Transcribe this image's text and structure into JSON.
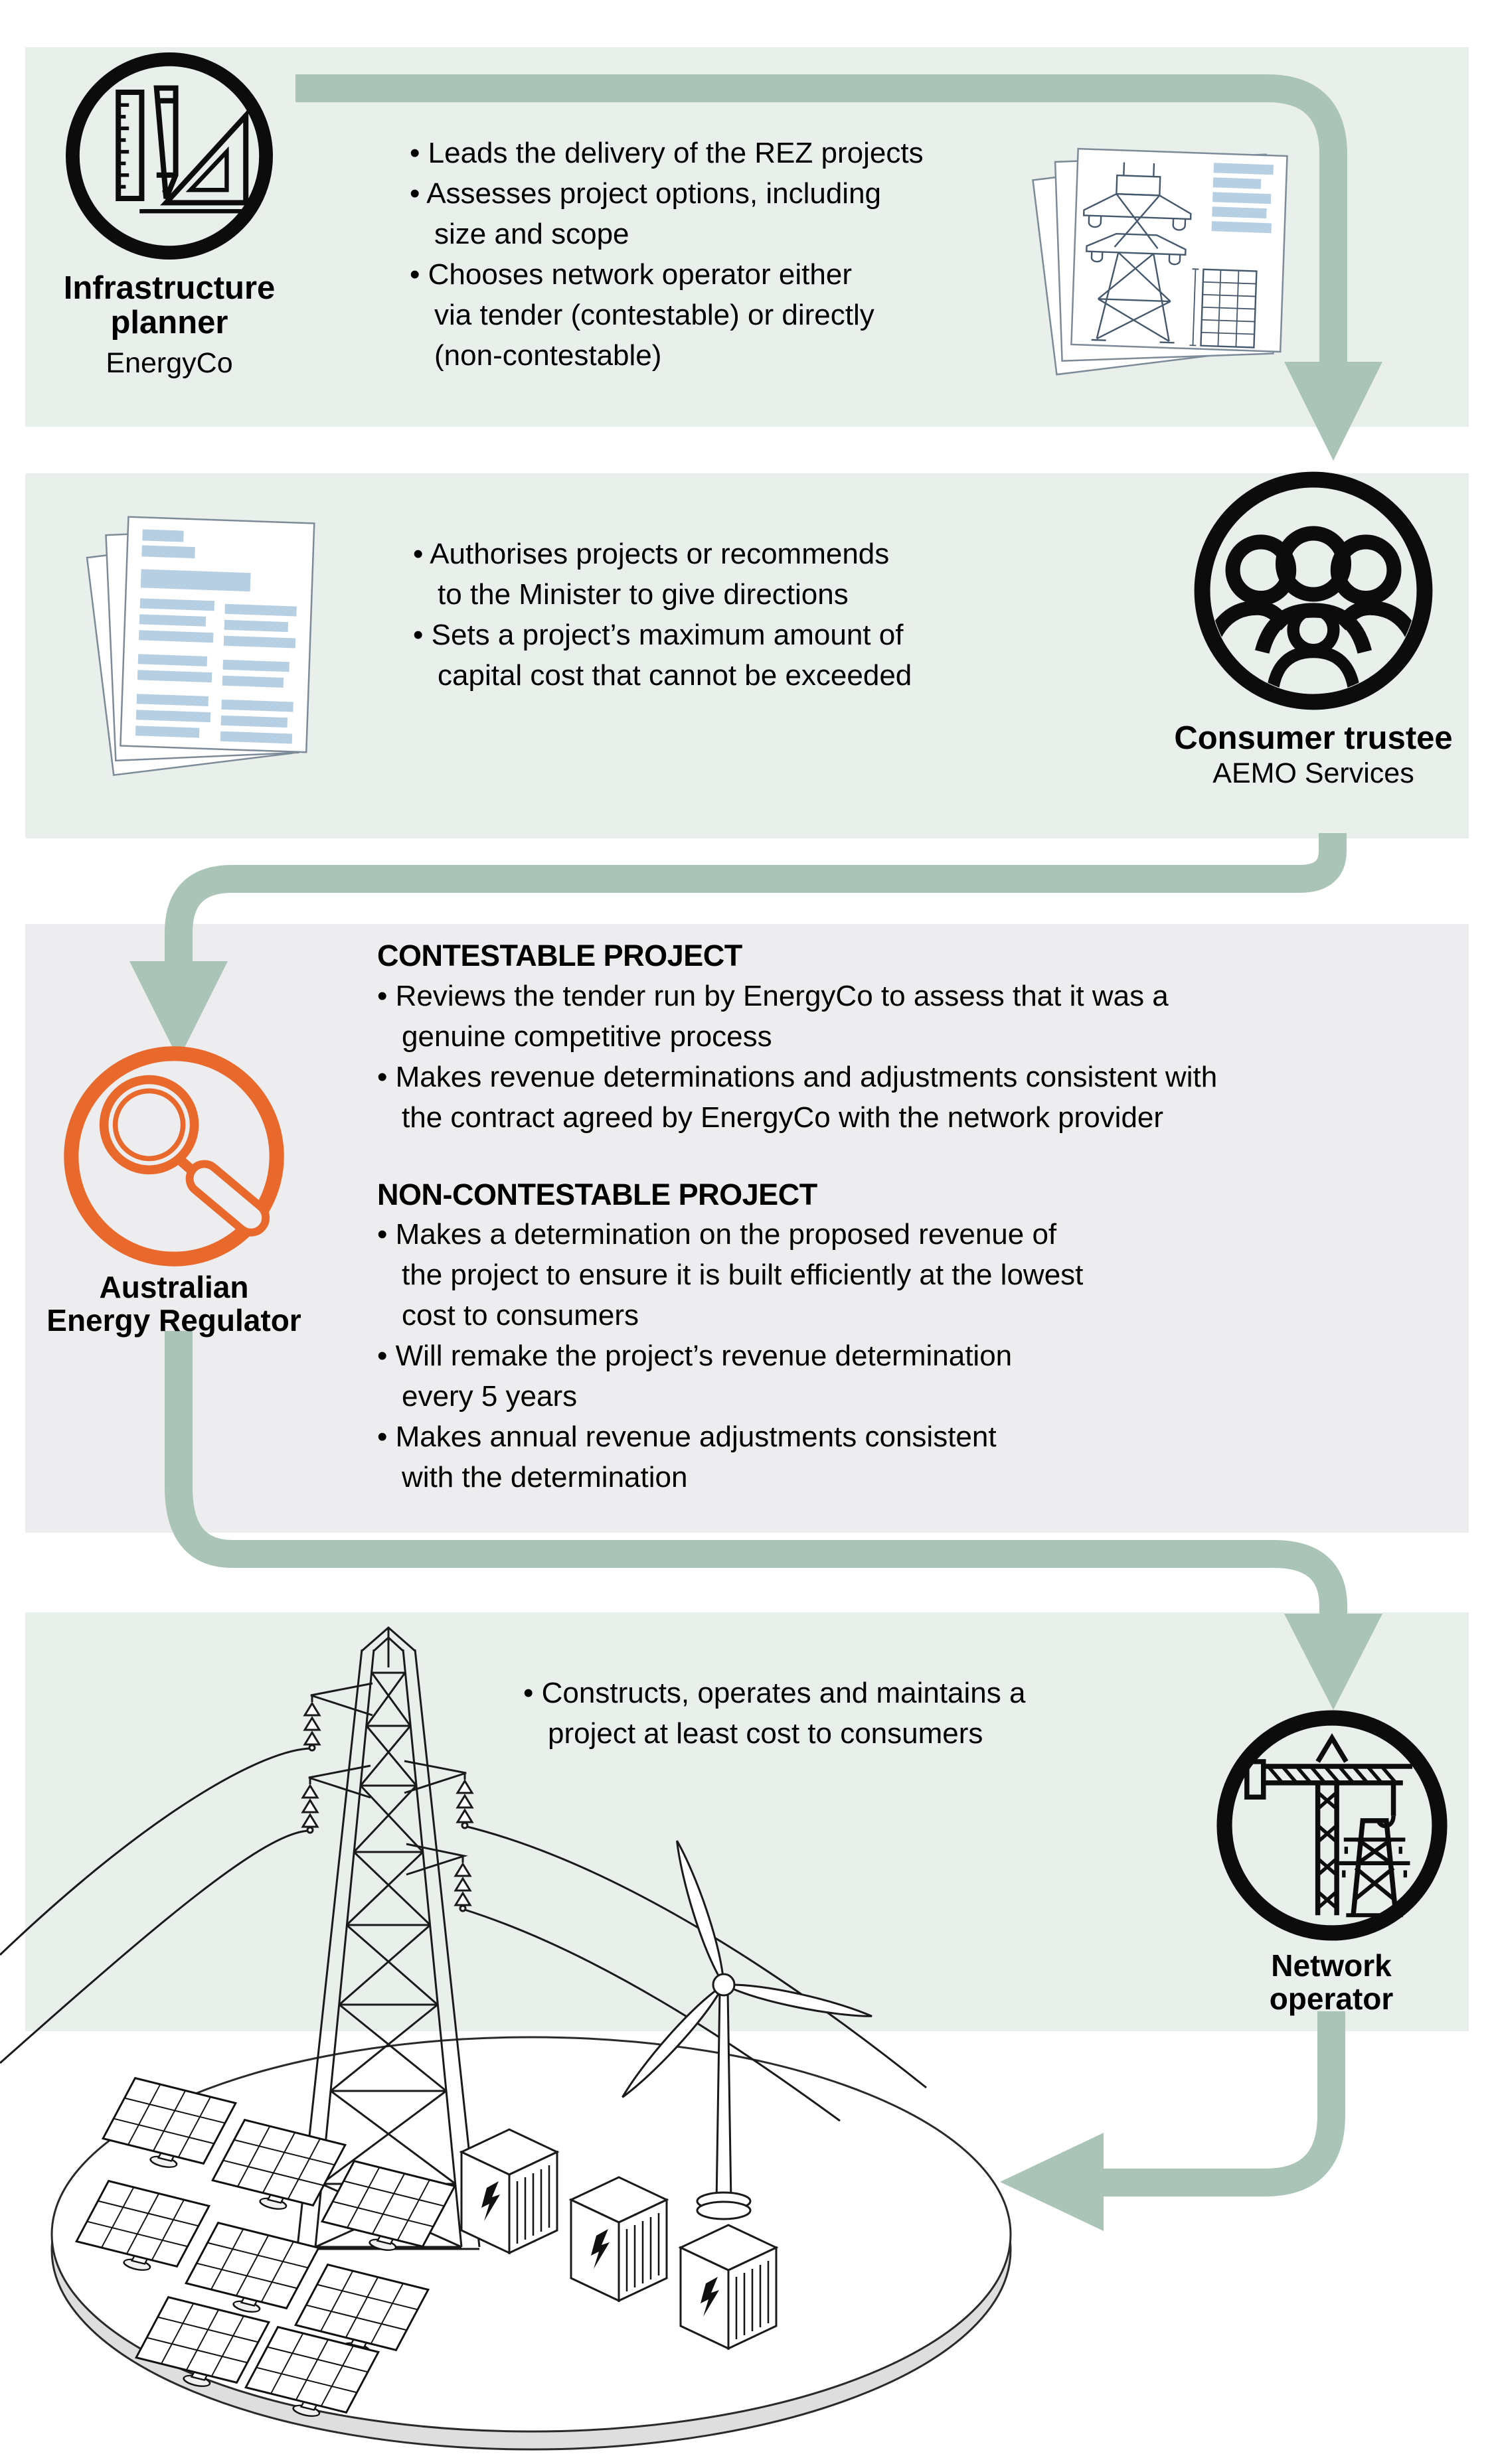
{
  "palette": {
    "section_green": "#e9efeb",
    "section_gray": "#ededef",
    "arrow_green": "#abc4b8",
    "accent_orange": "#e9692c",
    "doc_blue": "#b7cfe3",
    "ink": "#000000"
  },
  "sections": {
    "planner": {
      "icon": "drafting-tools-icon",
      "doc_icon": "blueprint-documents-icon",
      "role_line1": "Infrastructure",
      "role_line2": "planner",
      "org": "EnergyCo",
      "lines": [
        "• Leads the delivery of the REZ projects",
        "• Assesses project options, including",
        "size and scope",
        "• Chooses network operator either",
        "via tender (contestable) or directly",
        "(non-contestable)"
      ]
    },
    "trustee": {
      "icon": "family-people-icon",
      "doc_icon": "report-documents-icon",
      "role": "Consumer trustee",
      "org": "AEMO Services",
      "lines": [
        "• Authorises projects or recommends",
        "to the Minister to give directions",
        "• Sets a project’s maximum amount of",
        "capital cost that cannot be exceeded"
      ]
    },
    "regulator": {
      "icon": "magnifier-icon",
      "role_line1": "Australian",
      "role_line2": "Energy Regulator",
      "heading1": "CONTESTABLE PROJECT",
      "lines1": [
        "• Reviews the tender run by EnergyCo to assess that it was a",
        "genuine competitive process",
        "• Makes revenue determinations and adjustments consistent with",
        "the contract agreed by EnergyCo with the network provider"
      ],
      "heading2": "NON-CONTESTABLE PROJECT",
      "lines2": [
        "• Makes a determination on the proposed revenue of",
        "the project to ensure it is built efficiently at the lowest",
        "cost to consumers",
        "• Will remake the project’s revenue determination",
        "every 5 years",
        "• Makes annual revenue adjustments consistent",
        "with the determination"
      ]
    },
    "operator": {
      "icon": "crane-tower-icon",
      "role_line1": "Network",
      "role_line2": "operator",
      "lines": [
        "• Constructs, operates and maintains a",
        "project at least cost to consumers"
      ]
    }
  }
}
